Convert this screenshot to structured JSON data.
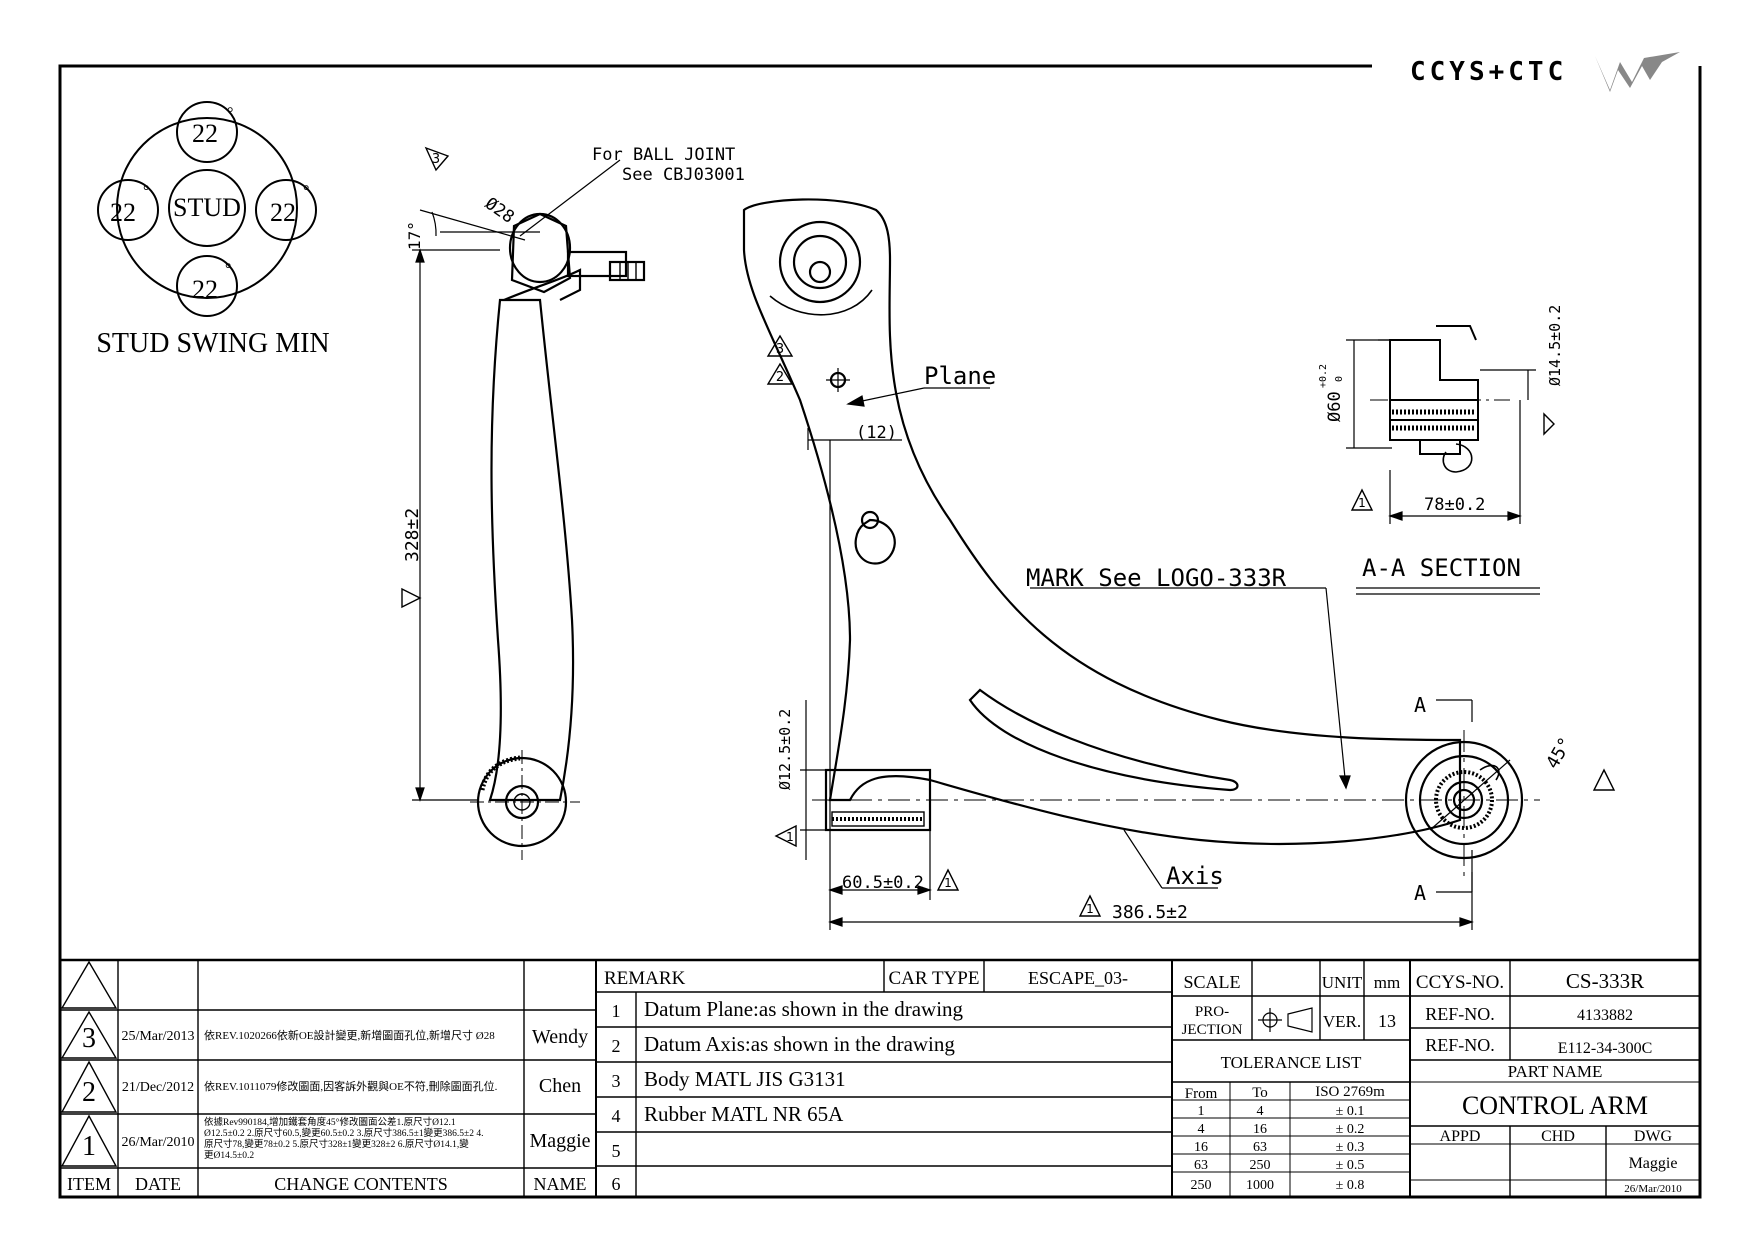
{
  "brand": {
    "logo_text": "CCYS+CTC"
  },
  "stud_swing": {
    "title": "STUD SWING MIN",
    "center": "STUD",
    "values": [
      "22",
      "22",
      "22",
      "22"
    ],
    "degree": "°"
  },
  "side_view": {
    "ball_joint_note_line1": "For BALL JOINT",
    "ball_joint_note_line2": "See CBJ03001",
    "dia": "Ø28",
    "angle": "17°",
    "height": "328±2",
    "rev_tag": "3"
  },
  "front_view": {
    "plane_label": "Plane",
    "offset": "(12)",
    "mark_note": "MARK See LOGO-333R",
    "axis_label": "Axis",
    "bush_dia": "Ø12.5±0.2",
    "bush_offset": "60.5±0.2",
    "length": "386.5±2",
    "angle": "45°",
    "section_mark": "A",
    "rev_tags": [
      "3",
      "2",
      "1",
      "1",
      "1"
    ]
  },
  "section": {
    "title": "A-A SECTION",
    "outer_dia": "Ø60",
    "outer_tol_upper": "+0.2",
    "outer_tol_lower": "0",
    "inner_dia": "Ø14.5±0.2",
    "length": "78±0.2",
    "rev_tag": "1"
  },
  "revisions": {
    "headers": {
      "item": "ITEM",
      "date": "DATE",
      "contents": "CHANGE CONTENTS",
      "name": "NAME"
    },
    "rows": [
      {
        "item": "3",
        "date": "25/Mar/2013",
        "contents": "依REV.1020266依新OE設計變更,新增圖面孔位,新增尺寸 Ø28",
        "name": "Wendy"
      },
      {
        "item": "2",
        "date": "21/Dec/2012",
        "contents": "依REV.1011079修改圖面,因客訴外觀與OE不符,刪除圖面孔位.",
        "name": "Chen"
      },
      {
        "item": "1",
        "date": "26/Mar/2010",
        "contents_lines": [
          "依據Rev990184,增加鐵套角度45°修改圖面公差1.原尺寸Ø12.1",
          "Ø12.5±0.2 2.原尺寸60.5,變更60.5±0.2 3.原尺寸386.5±1變更386.5±2 4.",
          "原尺寸78,變更78±0.2 5.原尺寸328±1變更328±2 6.原尺寸Ø14.1,變",
          "更Ø14.5±0.2"
        ],
        "name": "Maggie"
      }
    ]
  },
  "remark": {
    "label": "REMARK",
    "car_type_label": "CAR TYPE",
    "car_type": "ESCAPE_03-",
    "items": [
      {
        "no": "1",
        "text": "Datum Plane:as shown in the drawing"
      },
      {
        "no": "2",
        "text": "Datum Axis:as shown in the drawing"
      },
      {
        "no": "3",
        "text": "Body MATL JIS G3131"
      },
      {
        "no": "4",
        "text": "Rubber MATL NR 65A"
      },
      {
        "no": "5",
        "text": ""
      },
      {
        "no": "6",
        "text": ""
      }
    ]
  },
  "scale": {
    "scale_label": "SCALE",
    "unit_label": "UNIT",
    "unit": "mm",
    "projection_line1": "PRO-",
    "projection_line2": "JECTION",
    "ver_label": "VER.",
    "ver": "13"
  },
  "tolerance": {
    "title": "TOLERANCE LIST",
    "headers": [
      "From",
      "To",
      "ISO 2769m"
    ],
    "rows": [
      [
        "1",
        "4",
        "± 0.1"
      ],
      [
        "4",
        "16",
        "± 0.2"
      ],
      [
        "16",
        "63",
        "± 0.3"
      ],
      [
        "63",
        "250",
        "± 0.5"
      ],
      [
        "250",
        "1000",
        "± 0.8"
      ]
    ]
  },
  "title_block": {
    "ccys_no_label": "CCYS-NO.",
    "ccys_no": "CS-333R",
    "ref_label_1": "REF-NO.",
    "ref_1": "4133882",
    "ref_label_2": "REF-NO.",
    "ref_2": "E112-34-300C",
    "part_name_label": "PART NAME",
    "part_name": "CONTROL ARM",
    "appd": "APPD",
    "chd": "CHD",
    "dwg": "DWG",
    "drawn_by": "Maggie",
    "drawn_date": "26/Mar/2010"
  }
}
